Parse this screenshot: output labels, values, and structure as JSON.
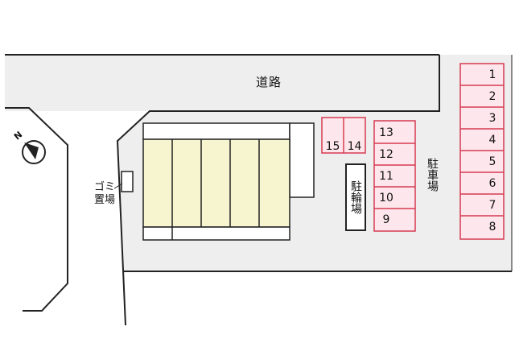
{
  "labels": {
    "road": "道路",
    "parking": "駐車場",
    "bicycle_parking": "駐輪場",
    "garbage_line1": "ゴミ",
    "garbage_line2": "置場",
    "north": "N"
  },
  "parking_right": [
    "1",
    "2",
    "3",
    "4",
    "5",
    "6",
    "7",
    "8"
  ],
  "parking_middle": [
    "13",
    "12",
    "11",
    "10",
    "9"
  ],
  "parking_top": [
    "15",
    "14"
  ],
  "colors": {
    "site": "#eeeeee",
    "building": "#f7f5cf",
    "parking_fill": "#fde7ec",
    "parking_stroke": "#d63a52",
    "outline": "#222222"
  }
}
